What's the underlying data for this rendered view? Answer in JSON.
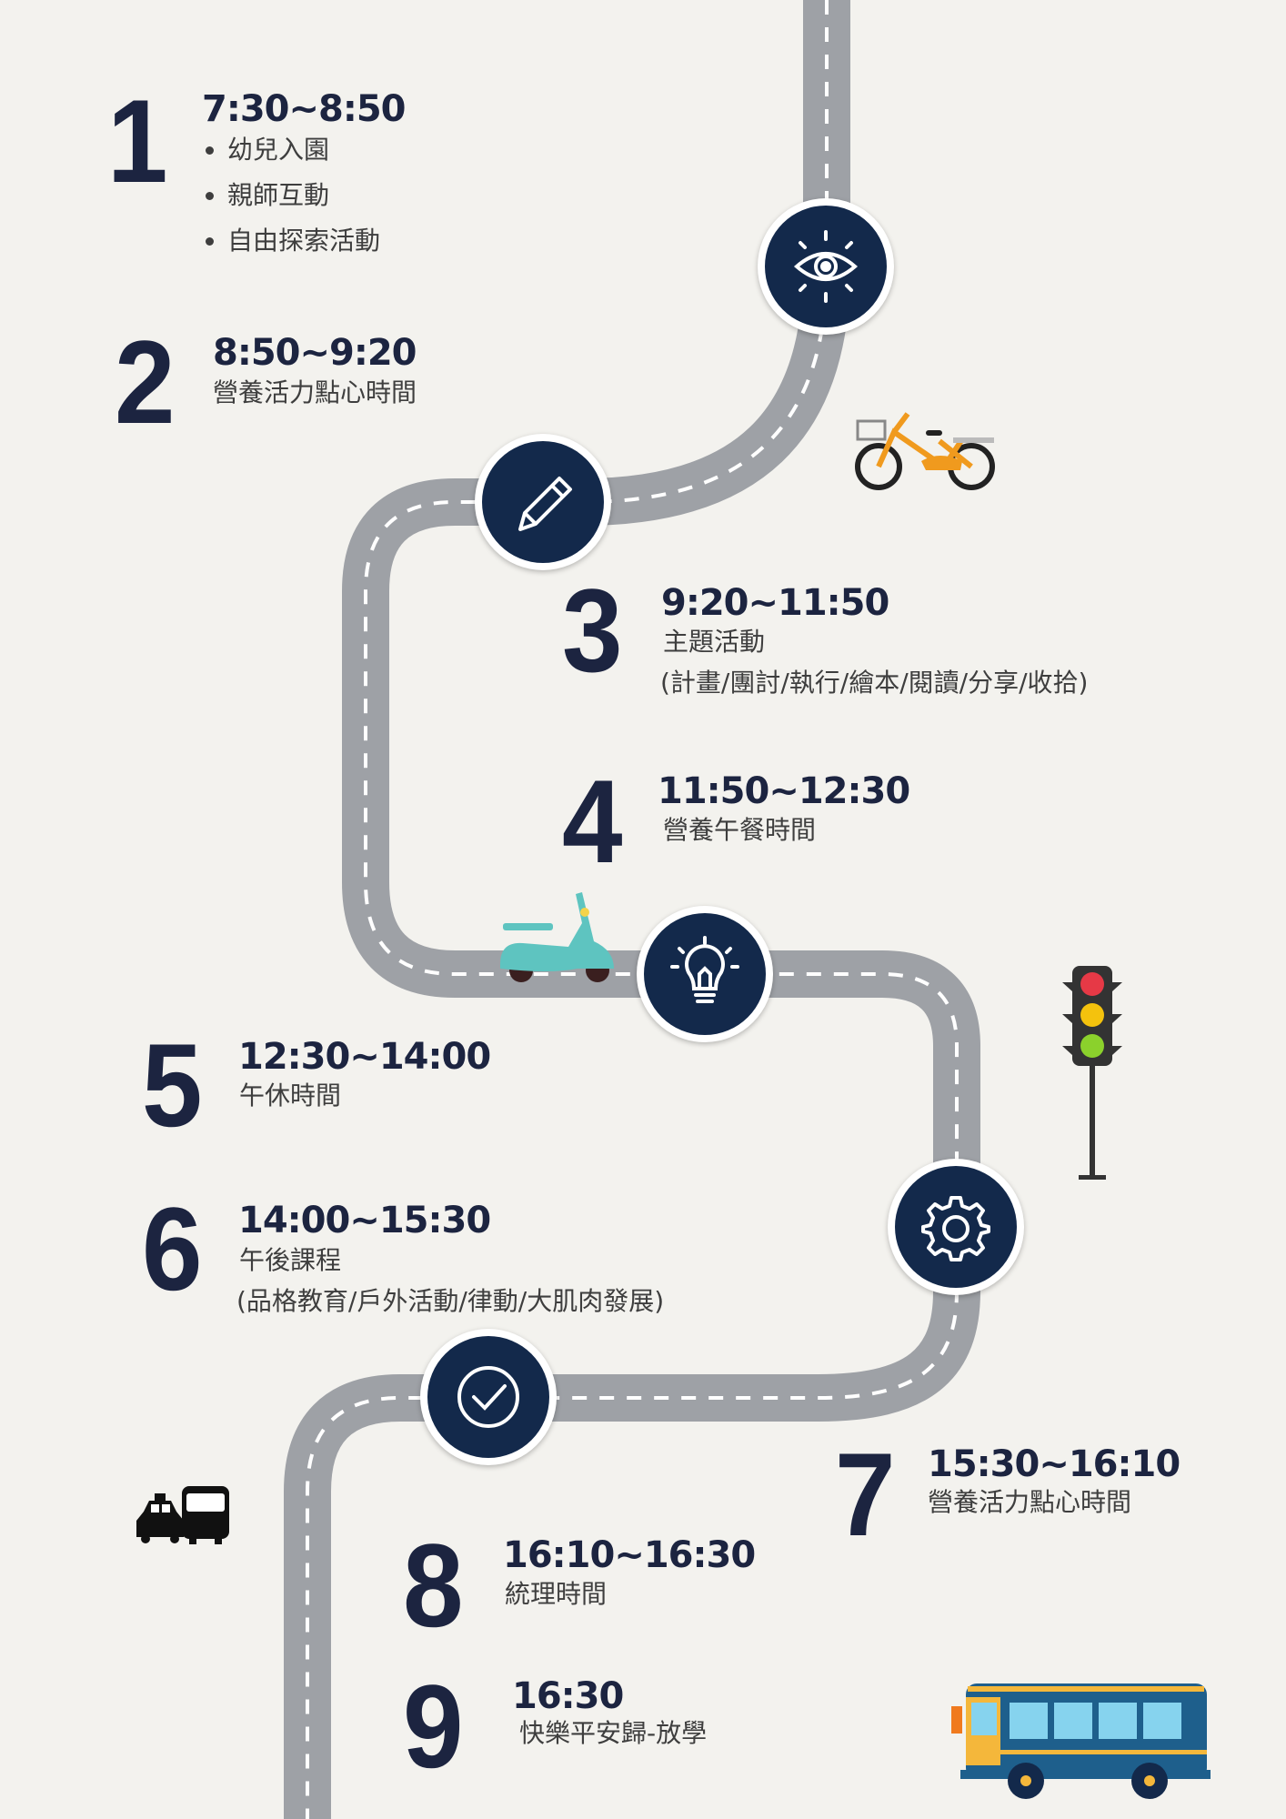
{
  "colors": {
    "road": "#9ea1a6",
    "node": "#13294b",
    "text": "#1c2440",
    "background": "#f3f2ee"
  },
  "steps": [
    {
      "number": "1",
      "time": "7:30~8:50",
      "items": [
        "幼兒入園",
        "親師互動",
        "自由探索活動"
      ],
      "icon": "eye-icon"
    },
    {
      "number": "2",
      "time": "8:50~9:20",
      "desc": "營養活力點心時間",
      "icon": "pencil-icon"
    },
    {
      "number": "3",
      "time": "9:20~11:50",
      "desc": "主題活動",
      "detail": "(計畫/團討/執行/繪本/閱讀/分享/收拾)"
    },
    {
      "number": "4",
      "time": "11:50~12:30",
      "desc": "營養午餐時間",
      "icon": "lightbulb-icon"
    },
    {
      "number": "5",
      "time": "12:30~14:00",
      "desc": "午休時間"
    },
    {
      "number": "6",
      "time": "14:00~15:30",
      "desc": "午後課程",
      "detail": "(品格教育/戶外活動/律動/大肌肉發展)",
      "icon": "gear-icon"
    },
    {
      "number": "7",
      "time": "15:30~16:10",
      "desc": "營養活力點心時間",
      "icon": "check-icon"
    },
    {
      "number": "8",
      "time": "16:10~16:30",
      "desc": "統理時間"
    },
    {
      "number": "9",
      "time": "16:30",
      "desc": "快樂平安歸-放學"
    }
  ]
}
